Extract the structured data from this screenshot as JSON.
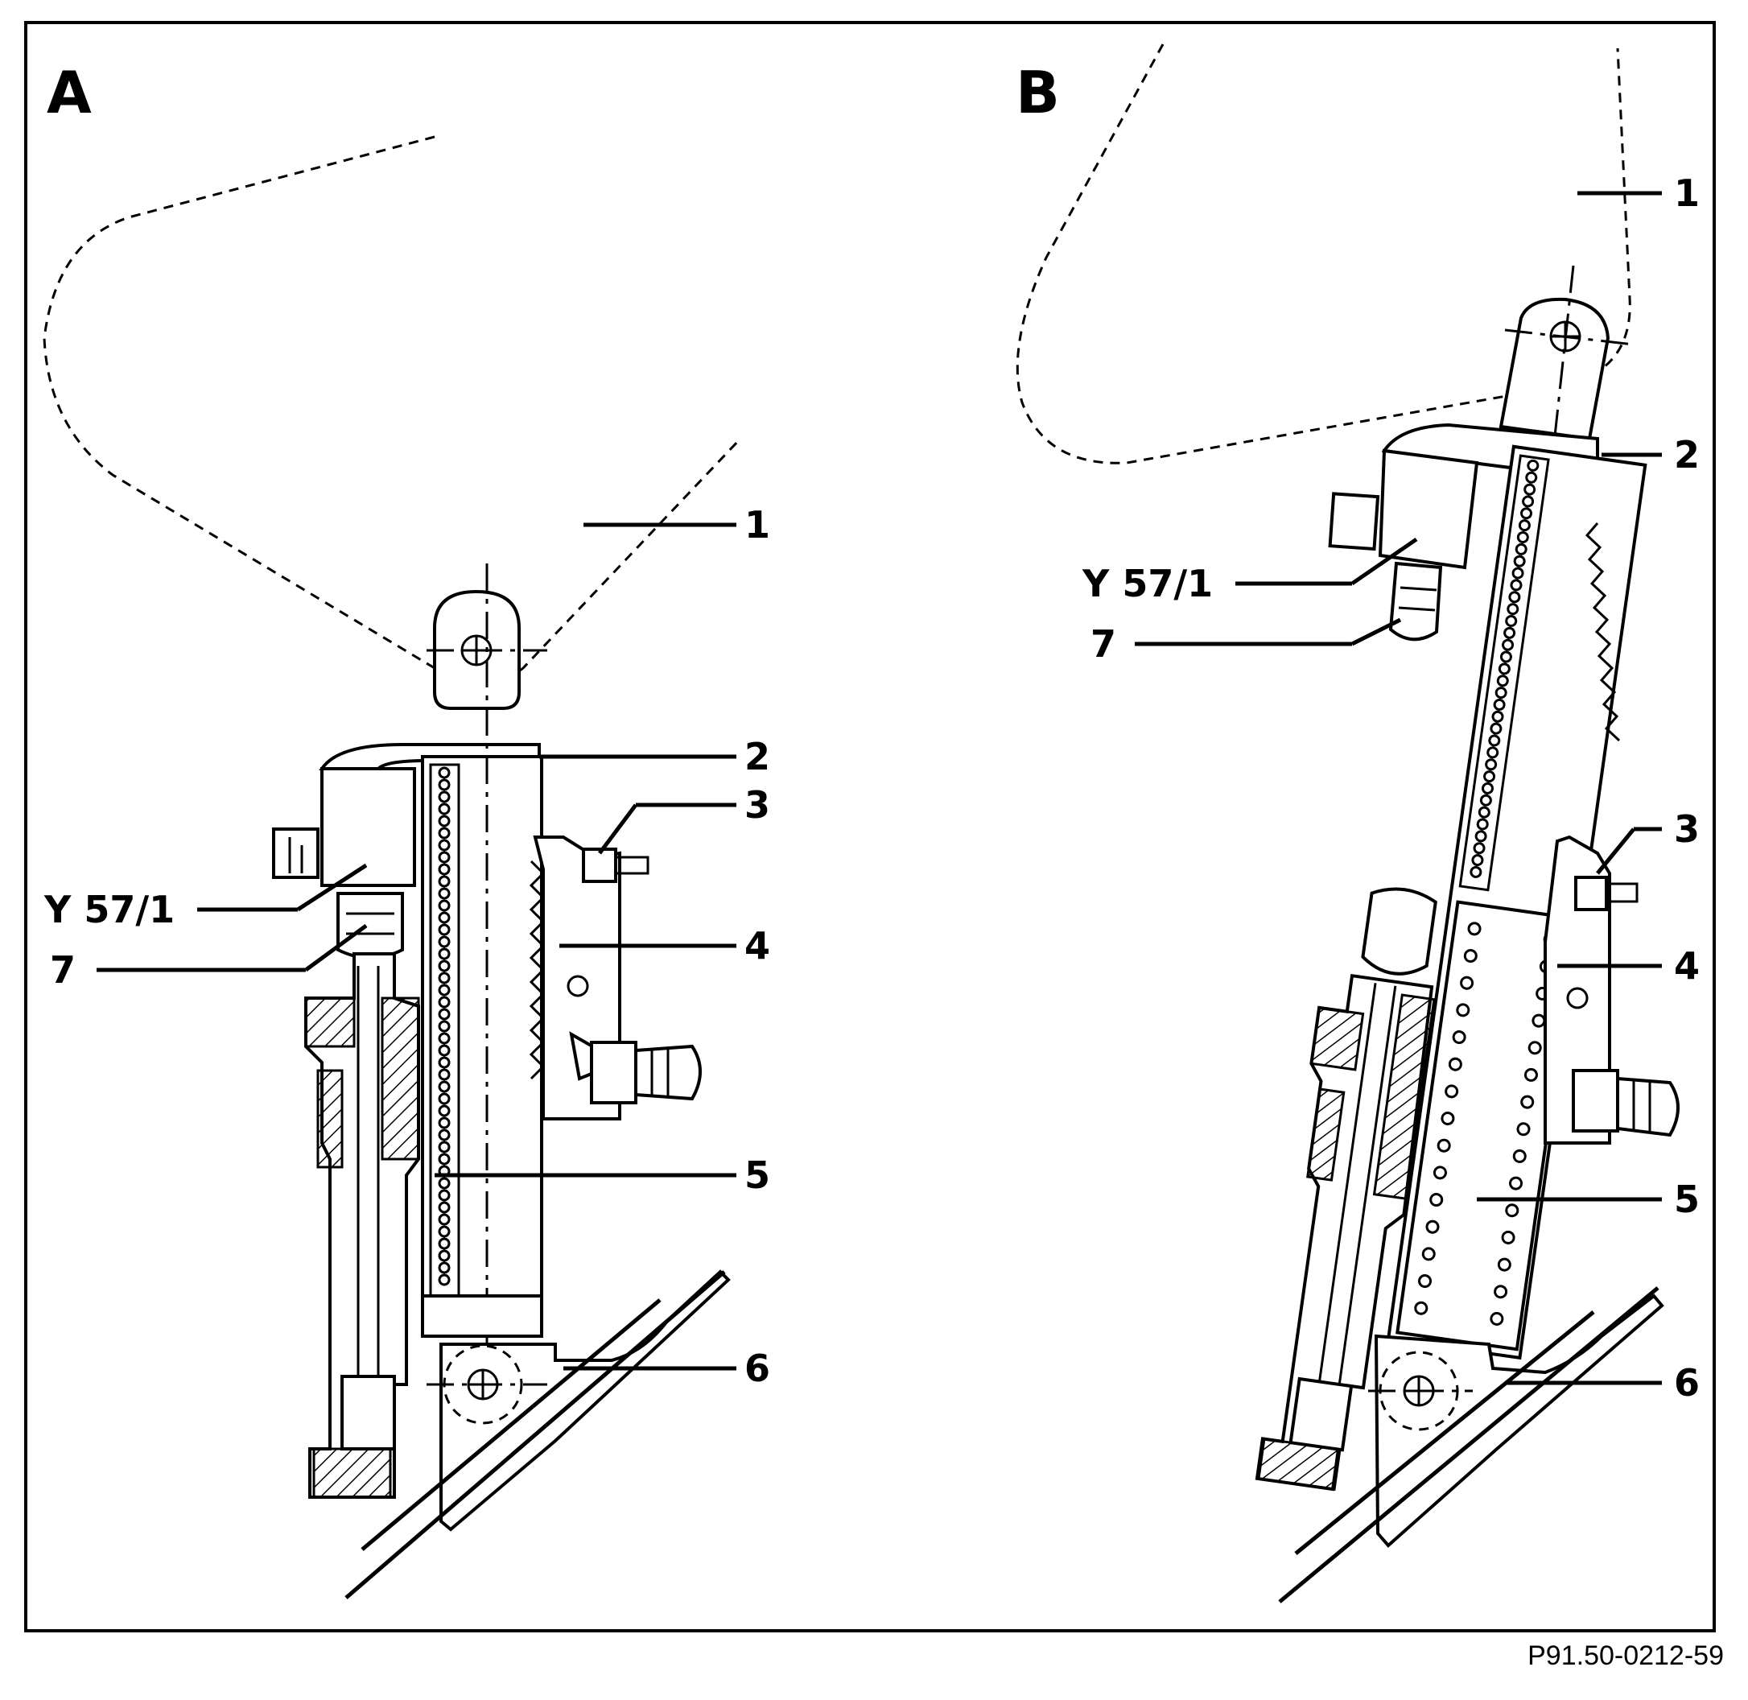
{
  "panels": [
    {
      "letter": "A",
      "callouts": [
        "1",
        "2",
        "3",
        "4",
        "Y 57/1",
        "7",
        "5",
        "6"
      ]
    },
    {
      "letter": "B",
      "callouts": [
        "1",
        "2",
        "Y 57/1",
        "7",
        "3",
        "4",
        "5",
        "6"
      ]
    }
  ],
  "document_id": "P91.50-0212-59"
}
